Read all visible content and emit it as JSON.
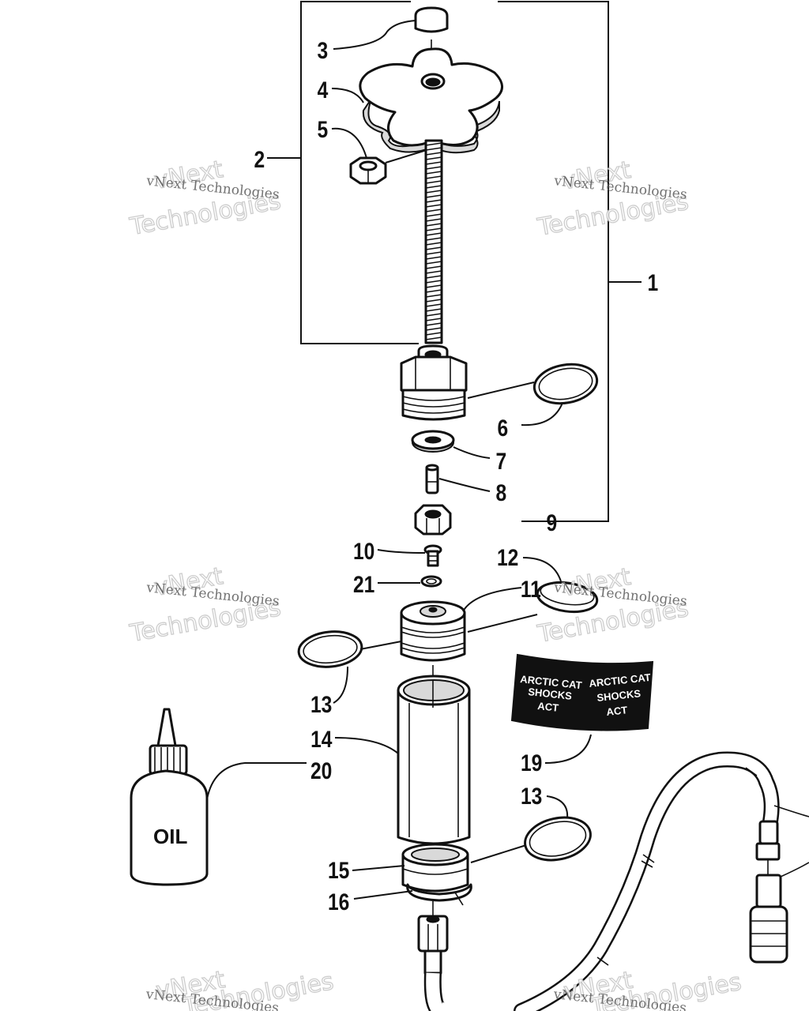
{
  "callouts": [
    "1",
    "2",
    "3",
    "4",
    "5",
    "6",
    "7",
    "8",
    "9",
    "10",
    "11",
    "12",
    "13",
    "13",
    "14",
    "15",
    "16",
    "19",
    "20",
    "21"
  ],
  "product_labels": {
    "decal_line1": "ARCTIC CAT",
    "decal_line2": "SHOCKS",
    "decal_logo": "ACT",
    "bottle": "OIL"
  },
  "watermark": {
    "line_small": "vNext Technologies",
    "line_outline_1": "vNext",
    "line_outline_2": "Technologies"
  }
}
